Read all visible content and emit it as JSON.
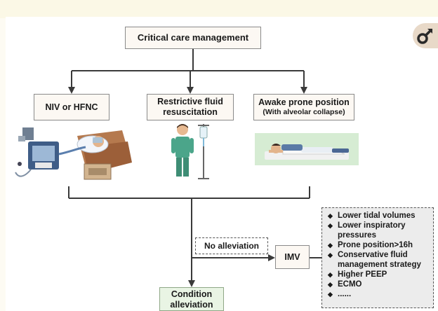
{
  "title_box": "Critical care management",
  "branches": [
    {
      "label": "NIV or HFNC",
      "sub": ""
    },
    {
      "label": "Restrictive fluid resuscitation",
      "sub": ""
    },
    {
      "label": "Awake prone position",
      "sub": "(With alveolar collapse)"
    }
  ],
  "no_alleviation": "No alleviation",
  "imv": "IMV",
  "condition_alleviation": "Condition alleviation",
  "imv_measures": [
    "Lower tidal volumes",
    "Lower inspiratory pressures",
    "Prone position>16h",
    "Conservative fluid management strategy",
    "Higher PEEP",
    "ECMO",
    "......"
  ],
  "bullet_symbol": "◆",
  "colors": {
    "box_fill": "#fcf8f3",
    "green_box_fill": "#e9f4e4",
    "list_fill": "#ececec",
    "line": "#3a3a3a"
  },
  "icons": {
    "top_right": "male-symbol-icon",
    "niv": "ventilator-bed-illustration",
    "fluid": "nurse-iv-drip-illustration",
    "prone": "prone-patient-illustration"
  }
}
